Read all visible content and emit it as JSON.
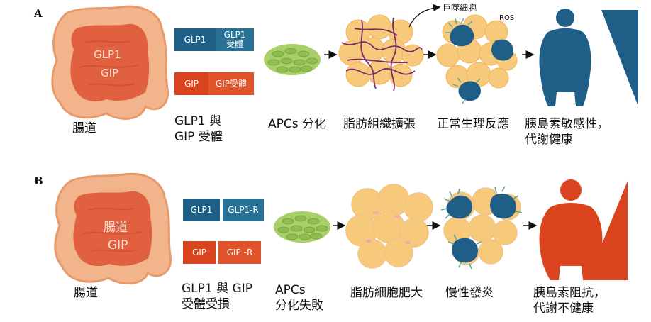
{
  "panels": {
    "a": {
      "letter": "A",
      "gut_labels": [
        "GLP1",
        "GIP"
      ],
      "receptor_glp1": {
        "left": "GLP1",
        "right": "GLP1\n受體"
      },
      "receptor_gip": {
        "left": "GIP",
        "right": "GIP受體"
      },
      "macrophage_label": "巨噬細胞",
      "ros_label": "ROS",
      "captions": {
        "gut": "腸道",
        "receptors": "GLP1 與\nGIP 受體",
        "apcs": "APCs 分化",
        "adipose": "脂肪組織擴張",
        "response": "正常生理反應",
        "outcome": "胰島素敏感性，\n代謝健康"
      }
    },
    "b": {
      "letter": "B",
      "gut_labels": [
        "腸道",
        "GIP"
      ],
      "receptor_glp1": {
        "left": "GLP1",
        "right": "GLP1-R"
      },
      "receptor_gip": {
        "left": "GIP",
        "right": "GIP -R"
      },
      "captions": {
        "gut": "腸道",
        "receptors": "GLP1 與 GIP\n受體受損",
        "apcs": "APCs\n分化失敗",
        "adipose": "脂肪細胞肥大",
        "inflammation": "慢性發炎",
        "outcome": "胰島素阻抗，\n代謝不健康"
      }
    }
  },
  "colors": {
    "blue": "#1f5f87",
    "red": "#d9441f",
    "gut_outer": "#f2b48a",
    "gut_inner": "#e0603f",
    "fat": "#f7c97a",
    "apc": "#a9cf6a"
  }
}
